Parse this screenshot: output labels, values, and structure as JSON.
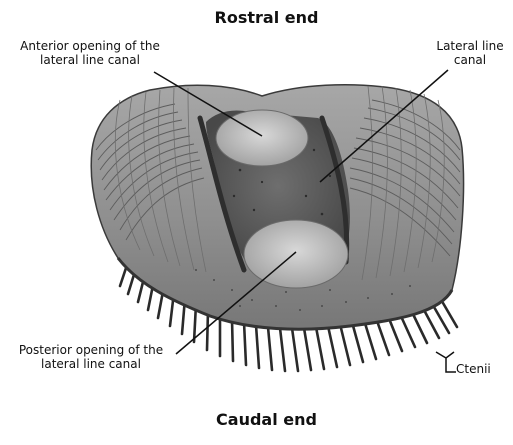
{
  "labels": {
    "rostral_end": "Rostral end",
    "caudal_end": "Caudal end",
    "anterior_opening": "Anterior opening of the lateral line canal",
    "lateral_line_canal": "Lateral line canal",
    "posterior_opening": "Posterior opening of the lateral line canal",
    "ctenii": "Ctenii"
  },
  "colors": {
    "scale_body": "#8d8d8d",
    "scale_dark": "#4e4e4e",
    "scale_light": "#c9c9c9",
    "leader_line": "#111111"
  }
}
